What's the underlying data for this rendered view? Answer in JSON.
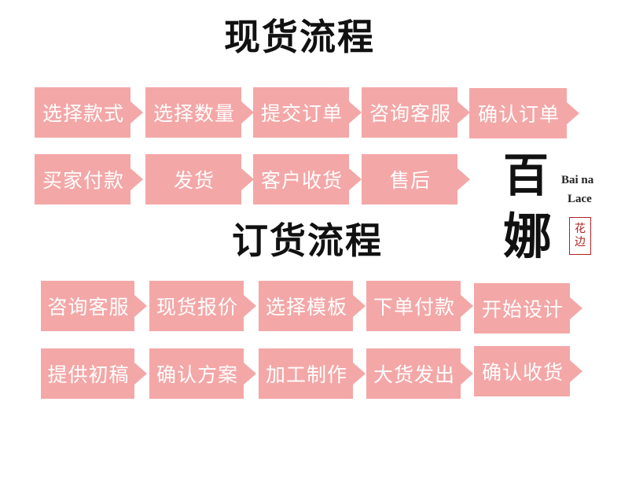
{
  "sections": [
    {
      "title": "现货流程",
      "rows": [
        [
          "选择款式",
          "选择数量",
          "提交订单",
          "咨询客服",
          "确认订单"
        ],
        [
          "买家付款",
          "发货",
          "客户收货",
          "售后"
        ]
      ]
    },
    {
      "title": "订货流程",
      "rows": [
        [
          "咨询客服",
          "现货报价",
          "选择模板",
          "下单付款",
          "开始设计"
        ],
        [
          "提供初稿",
          "确认方案",
          "加工制作",
          "大货发出",
          "确认收货"
        ]
      ]
    }
  ],
  "brand": {
    "char_top": "百",
    "char_bottom": "娜",
    "en_line1": "Bai na",
    "en_line2": "Lace",
    "seal_top": "花",
    "seal_bottom": "边"
  },
  "colors": {
    "step_bg": "#f4a7a7",
    "step_text": "#ffffff",
    "title_text": "#111111",
    "seal": "#b32020"
  }
}
